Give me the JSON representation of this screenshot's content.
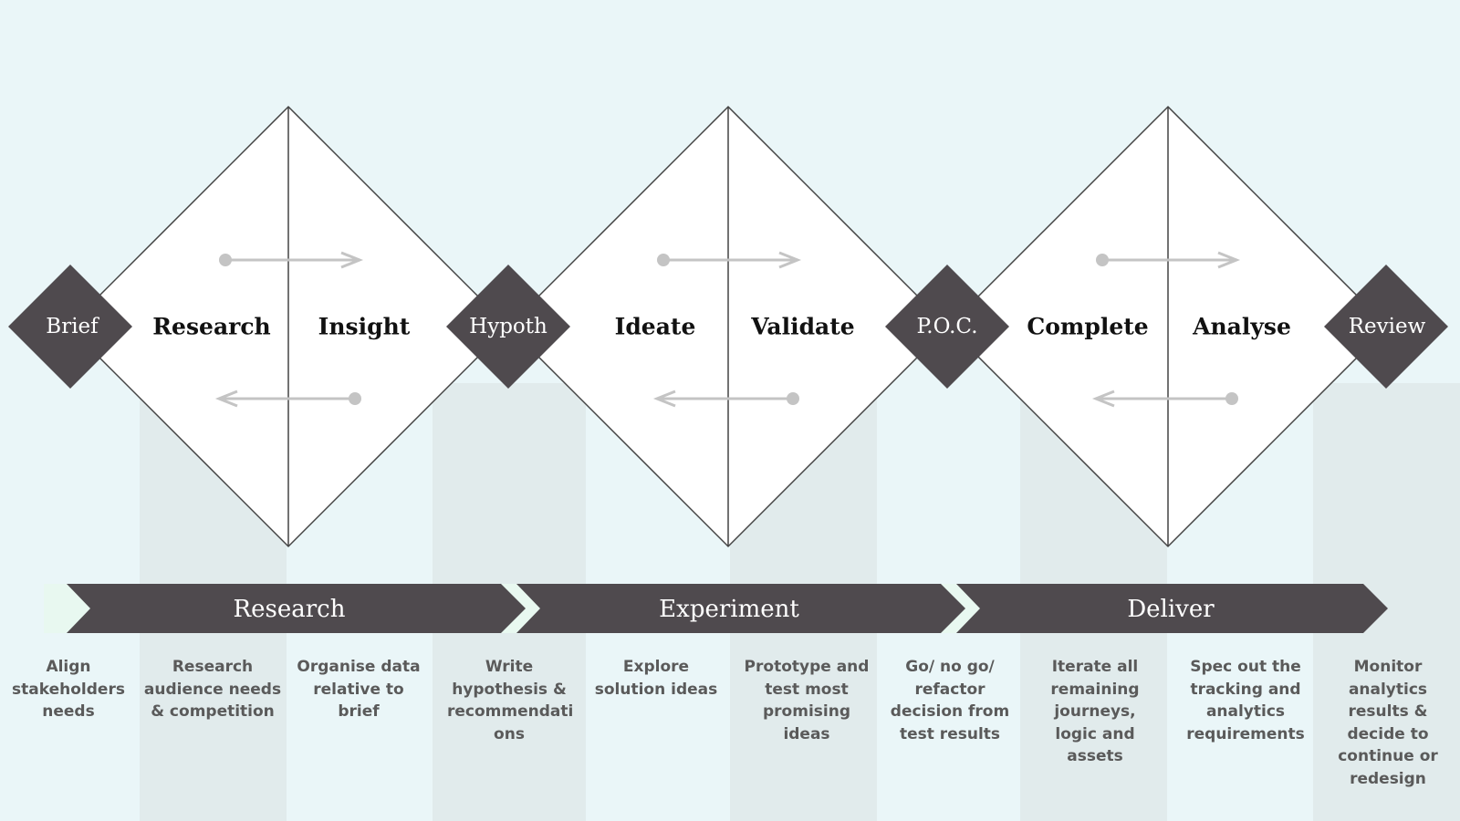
{
  "colors": {
    "background": "#eaf6f8",
    "stripe": "#e1ebec",
    "node": "#4f4a4e",
    "diamond_fill": "#ffffff",
    "diamond_stroke": "#444444",
    "arrow": "#c4c4c4",
    "description_text": "#5a5a5a"
  },
  "diamonds": [
    {
      "left": "Research",
      "right": "Insight"
    },
    {
      "left": "Ideate",
      "right": "Validate"
    },
    {
      "left": "Complete",
      "right": "Analyse"
    }
  ],
  "nodes": [
    "Brief",
    "Hypoth",
    "P.O.C.",
    "Review"
  ],
  "bands": [
    "Research",
    "Experiment",
    "Deliver"
  ],
  "descriptions": [
    "Align stakeholders needs",
    "Research audience needs & competition",
    "Organise data relative to brief",
    "Write hypothesis & recommendati ons",
    "Explore solution ideas",
    "Prototype and test most promising ideas",
    "Go/ no go/ refactor decision from test results",
    "Iterate all remaining journeys, logic and assets",
    "Spec out the tracking and analytics requirements",
    "Monitor analytics results & decide to continue or redesign"
  ]
}
